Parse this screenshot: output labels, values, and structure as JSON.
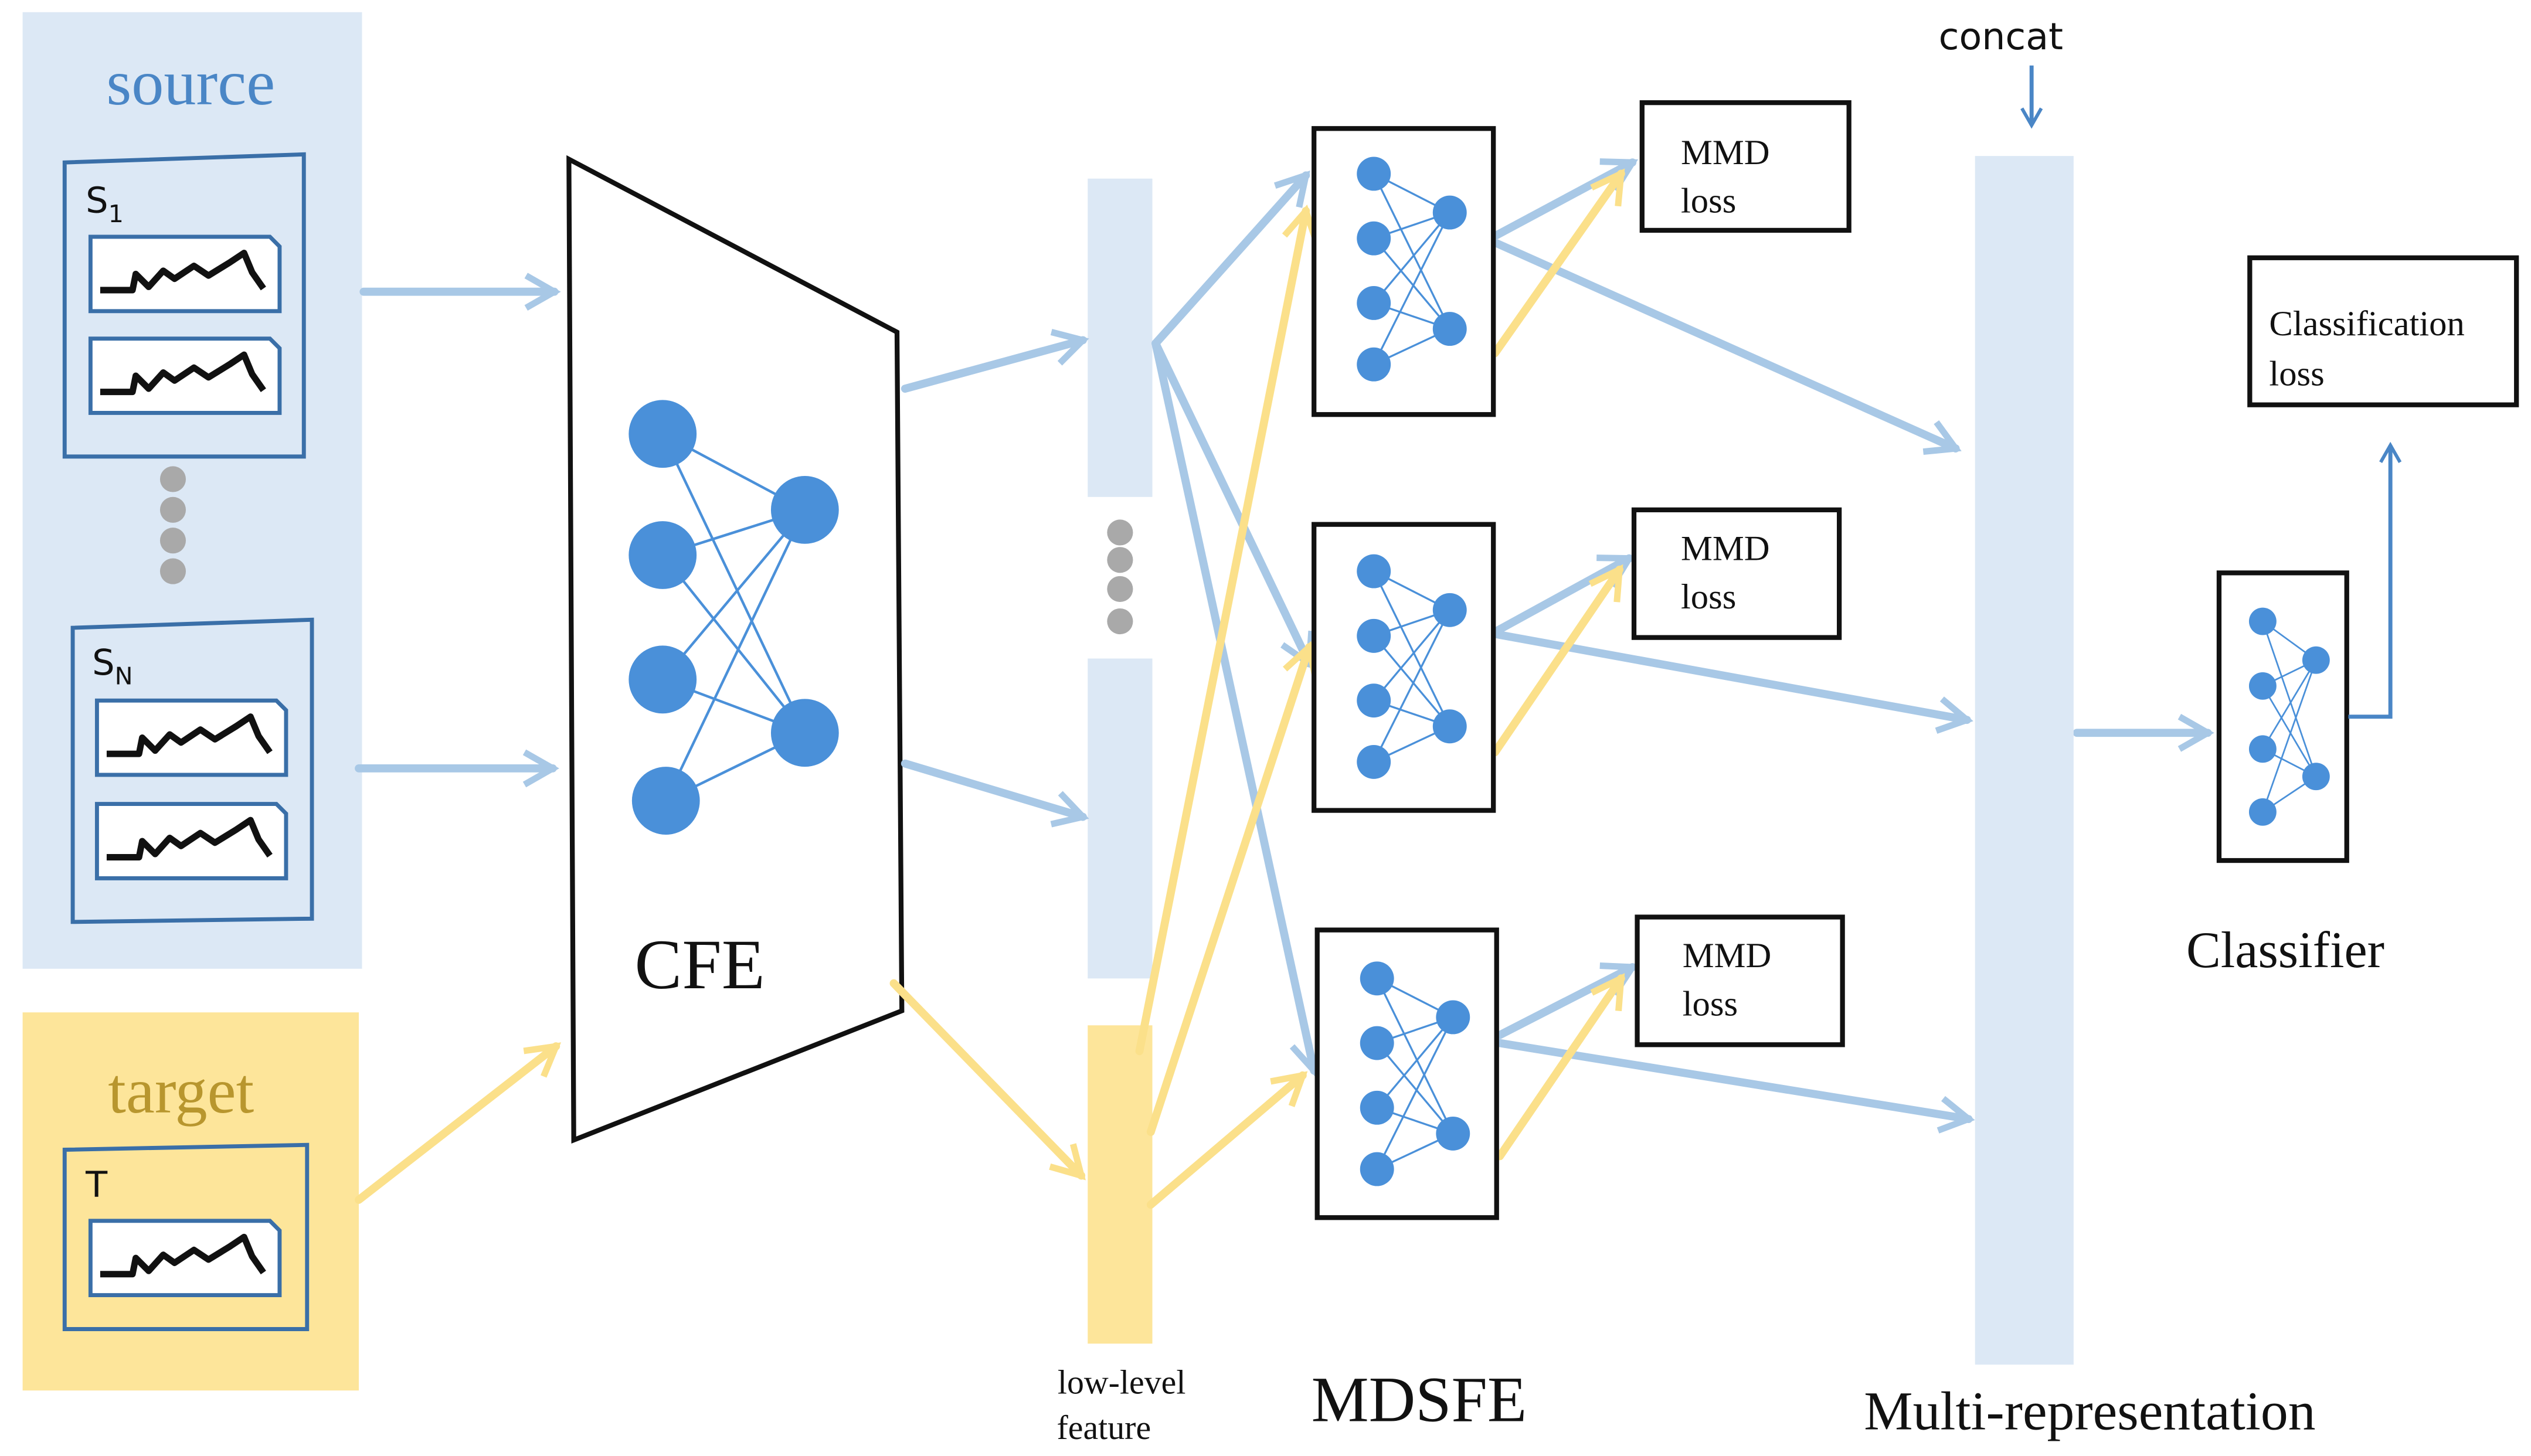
{
  "source": {
    "label": "source",
    "s1": "S",
    "s1_sub": "1",
    "sn": "S",
    "sn_sub": "N"
  },
  "target": {
    "label": "target",
    "t": "T"
  },
  "cfe": {
    "label": "CFE"
  },
  "low_level": {
    "line1": "low-level",
    "line2": "feature"
  },
  "mdsfe": {
    "label": "MDSFE"
  },
  "mmd": [
    {
      "line1": "MMD",
      "line2": "loss"
    },
    {
      "line1": "MMD",
      "line2": "loss"
    },
    {
      "line1": "MMD",
      "line2": "loss"
    }
  ],
  "concat": {
    "label": "concat"
  },
  "multi": {
    "label": "Multi-representation"
  },
  "classifier": {
    "label": "Classifier"
  },
  "cls_loss": {
    "line1": "Classification",
    "line2": "loss"
  },
  "colors": {
    "blue_fill": "#dce8f5",
    "yellow_fill": "#fde59a",
    "arrow_blue": "#a8c8e6",
    "arrow_yellow": "#fbe08a",
    "node_blue": "#4a90d9",
    "source_text": "#4a86c6",
    "target_text": "#b8962e",
    "dots": "#a9a9a9"
  }
}
